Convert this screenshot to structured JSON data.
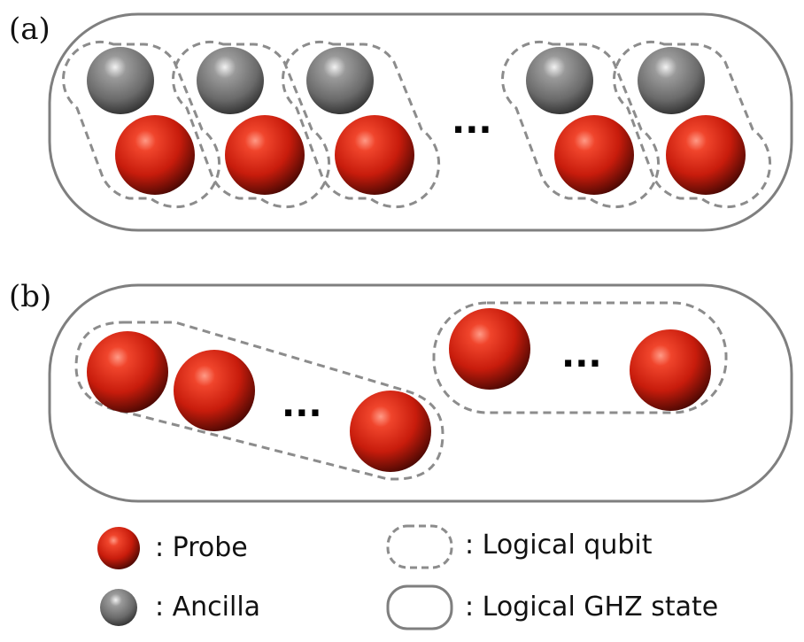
{
  "panels": {
    "a_label": "(a)",
    "b_label": "(b)",
    "ellipsis": "..."
  },
  "legend": {
    "probe": ": Probe",
    "ancilla": ": Ancilla",
    "logical_qubit": ": Logical qubit",
    "logical_ghz": ": Logical GHZ state"
  },
  "colors": {
    "probe": "#d42a14",
    "ancilla": "#7a7a7a",
    "outline": "#7f7f7f",
    "dashed": "#8c8c8c"
  }
}
